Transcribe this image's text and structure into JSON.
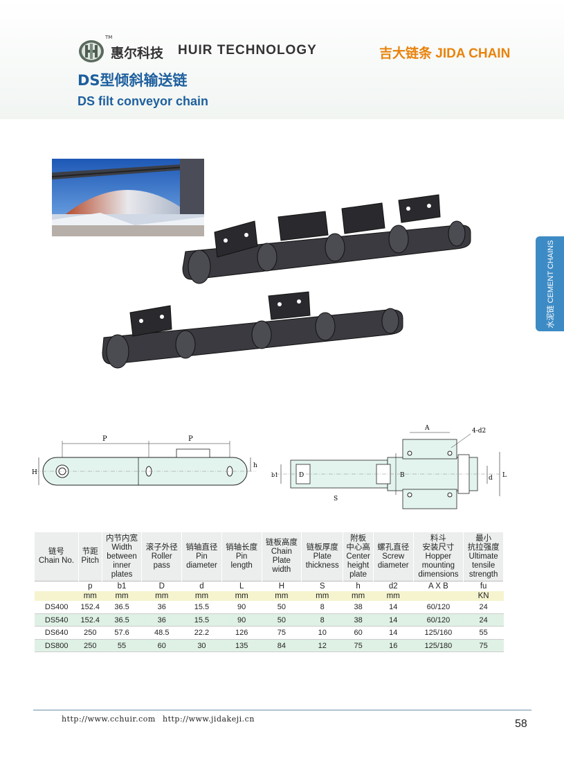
{
  "header": {
    "tm": "TM",
    "brand_cn": "惠尔科技",
    "brand_en": "HUIR TECHNOLOGY",
    "jida": "吉大链条 JIDA CHAIN",
    "title_cn": "DS型倾斜输送链",
    "title_en": "DS filt conveyor chain",
    "accent_color": "#1e5f9e",
    "orange_color": "#e8830c"
  },
  "side_tab": {
    "label": "水泥链 CEMENT CHAINS",
    "color": "#3d8bc5"
  },
  "drawing": {
    "p1": "P",
    "p2": "P",
    "h_big": "H",
    "h_small": "h",
    "a": "A",
    "d2": "4-d2",
    "b": "B",
    "b1": "b1",
    "d_big": "D",
    "d": "d",
    "l": "L",
    "s": "S"
  },
  "table": {
    "headers": [
      "链号\nChain No.",
      "节距\nPitch",
      "内节内宽\nWidth\nbetween\ninner\nplates",
      "滚子外径\nRoller\npass",
      "销轴直径\nPin\ndiameter",
      "销轴长度\nPin\nlength",
      "链板高度\nChain\nPlate\nwidth",
      "链板厚度\nPlate\nthickness",
      "附板\n中心高\nCenter\nheight\nplate",
      "螺孔直径\nScrew\ndiameter",
      "料斗\n安装尺寸\nHopper\nmounting\ndimensions",
      "最小\n抗拉强度\nUltimate\ntensile\nstrength"
    ],
    "symbols": [
      "",
      "p",
      "b1",
      "D",
      "d",
      "L",
      "H",
      "S",
      "h",
      "d2",
      "A X B",
      "fu"
    ],
    "units": [
      "",
      "mm",
      "mm",
      "mm",
      "mm",
      "mm",
      "mm",
      "mm",
      "mm",
      "mm",
      "",
      "KN"
    ],
    "rows": [
      [
        "DS400",
        "152.4",
        "36.5",
        "36",
        "15.5",
        "90",
        "50",
        "8",
        "38",
        "14",
        "60/120",
        "24"
      ],
      [
        "DS540",
        "152.4",
        "36.5",
        "36",
        "15.5",
        "90",
        "50",
        "8",
        "38",
        "14",
        "60/120",
        "24"
      ],
      [
        "DS640",
        "250",
        "57.6",
        "48.5",
        "22.2",
        "126",
        "75",
        "10",
        "60",
        "14",
        "125/160",
        "55"
      ],
      [
        "DS800",
        "250",
        "55",
        "60",
        "30",
        "135",
        "84",
        "12",
        "75",
        "16",
        "125/180",
        "75"
      ]
    ]
  },
  "footer": {
    "url1": "http://www.cchuir.com",
    "url2": "http://www.jidakeji.cn",
    "page": "58"
  }
}
